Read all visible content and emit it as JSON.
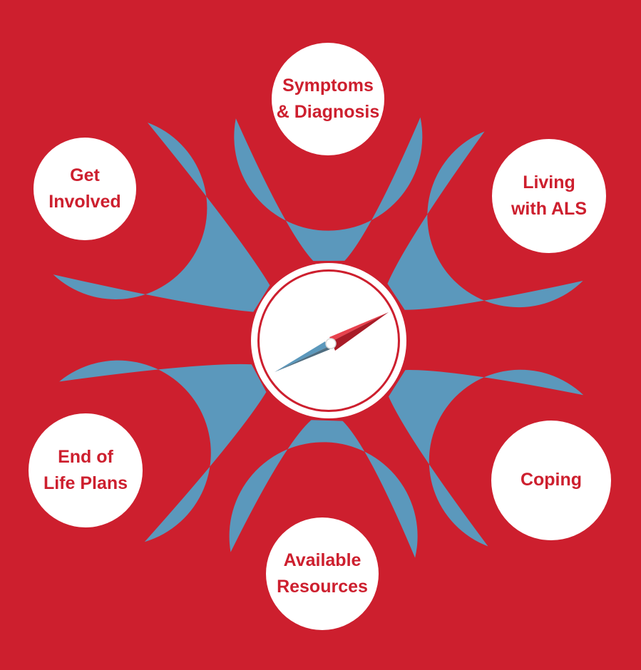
{
  "colors": {
    "background": "#cd1f2e",
    "petal": "#5b98bc",
    "node_fill": "#ffffff",
    "label": "#cd1f2e",
    "needle_north": "#e8424e",
    "needle_north_shadow": "#a81b27",
    "needle_south": "#5b98bc",
    "needle_south_shadow": "#4f6d80"
  },
  "hub": {
    "icon": "compass-icon"
  },
  "nodes": [
    {
      "id": "symptoms",
      "lines": [
        "Symptoms",
        "& Diagnosis"
      ]
    },
    {
      "id": "living",
      "lines": [
        "Living",
        "with ALS"
      ]
    },
    {
      "id": "coping",
      "lines": [
        "Coping"
      ]
    },
    {
      "id": "resources",
      "lines": [
        "Available",
        "Resources"
      ]
    },
    {
      "id": "end-of-life",
      "lines": [
        "End of",
        "Life Plans"
      ]
    },
    {
      "id": "involved",
      "lines": [
        "Get",
        "Involved"
      ]
    }
  ]
}
